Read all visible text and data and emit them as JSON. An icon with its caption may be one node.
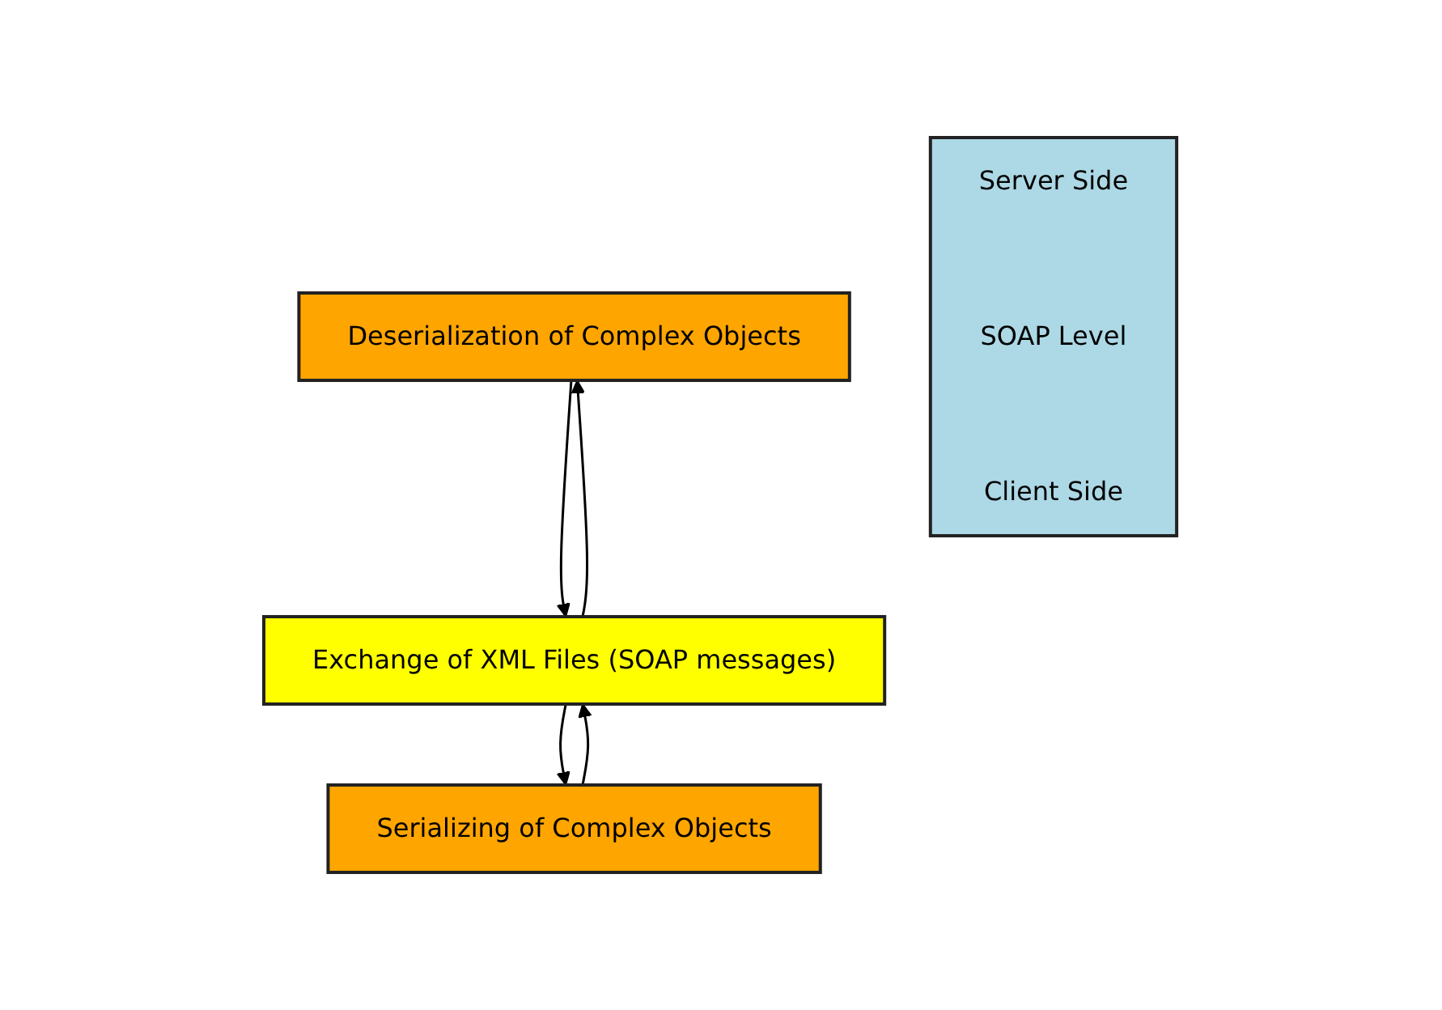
{
  "diagram": {
    "nodes": [
      {
        "text": [
          "Deserialization of Complex Objects"
        ]
      },
      {
        "text": [
          "Exchange of XML Files (SOAP messages)"
        ]
      },
      {
        "text": [
          "Serializing of Complex Objects"
        ]
      },
      {
        "text": [
          "Server Side",
          "SOAP Level",
          "Client Side"
        ]
      }
    ],
    "edges": [
      {
        "from": 0,
        "to": 1,
        "arrow": "to"
      },
      {
        "from": 1,
        "to": 0,
        "arrow": "to"
      },
      {
        "from": 2,
        "to": 1,
        "arrow": "to"
      },
      {
        "from": 1,
        "to": 2,
        "arrow": "to"
      }
    ]
  }
}
